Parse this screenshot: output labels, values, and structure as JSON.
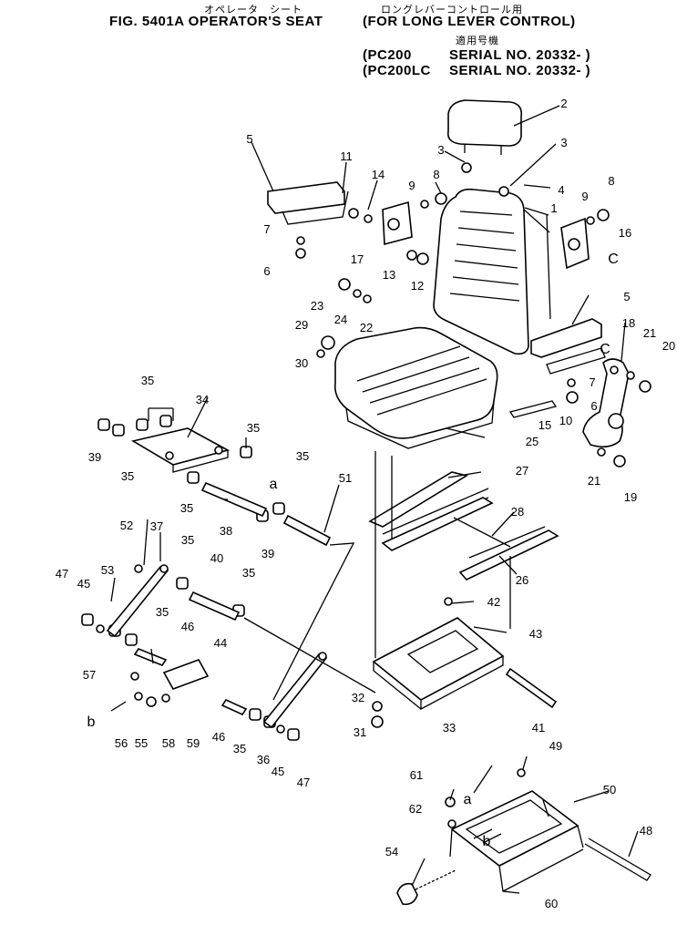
{
  "header": {
    "jp_title": "オペレータ　シート",
    "jp_subtitle": "ロングレバーコントロール用",
    "fig_title": "FIG. 5401A   OPERATOR'S SEAT",
    "variant": "(FOR LONG LEVER CONTROL)",
    "jp_applicable": "適用号機",
    "serials": [
      {
        "model": "(PC200",
        "serial": "SERIAL NO. 20332-  )"
      },
      {
        "model": "(PC200LC",
        "serial": "SERIAL NO. 20332-  )"
      }
    ]
  },
  "labels": [
    "1",
    "2",
    "3",
    "3",
    "4",
    "5",
    "5",
    "6",
    "6",
    "7",
    "7",
    "8",
    "8",
    "9",
    "9",
    "10",
    "11",
    "12",
    "13",
    "14",
    "15",
    "16",
    "17",
    "18",
    "19",
    "20",
    "21",
    "21",
    "22",
    "23",
    "24",
    "25",
    "26",
    "27",
    "28",
    "29",
    "30",
    "31",
    "32",
    "33",
    "34",
    "35",
    "35",
    "35",
    "35",
    "35",
    "35",
    "35",
    "35",
    "35",
    "36",
    "37",
    "38",
    "39",
    "39",
    "40",
    "41",
    "42",
    "43",
    "44",
    "45",
    "45",
    "46",
    "46",
    "47",
    "47",
    "48",
    "49",
    "50",
    "51",
    "52",
    "53",
    "54",
    "55",
    "56",
    "57",
    "58",
    "59",
    "60",
    "61",
    "62",
    "C",
    "C",
    "a",
    "a",
    "b",
    "b"
  ]
}
